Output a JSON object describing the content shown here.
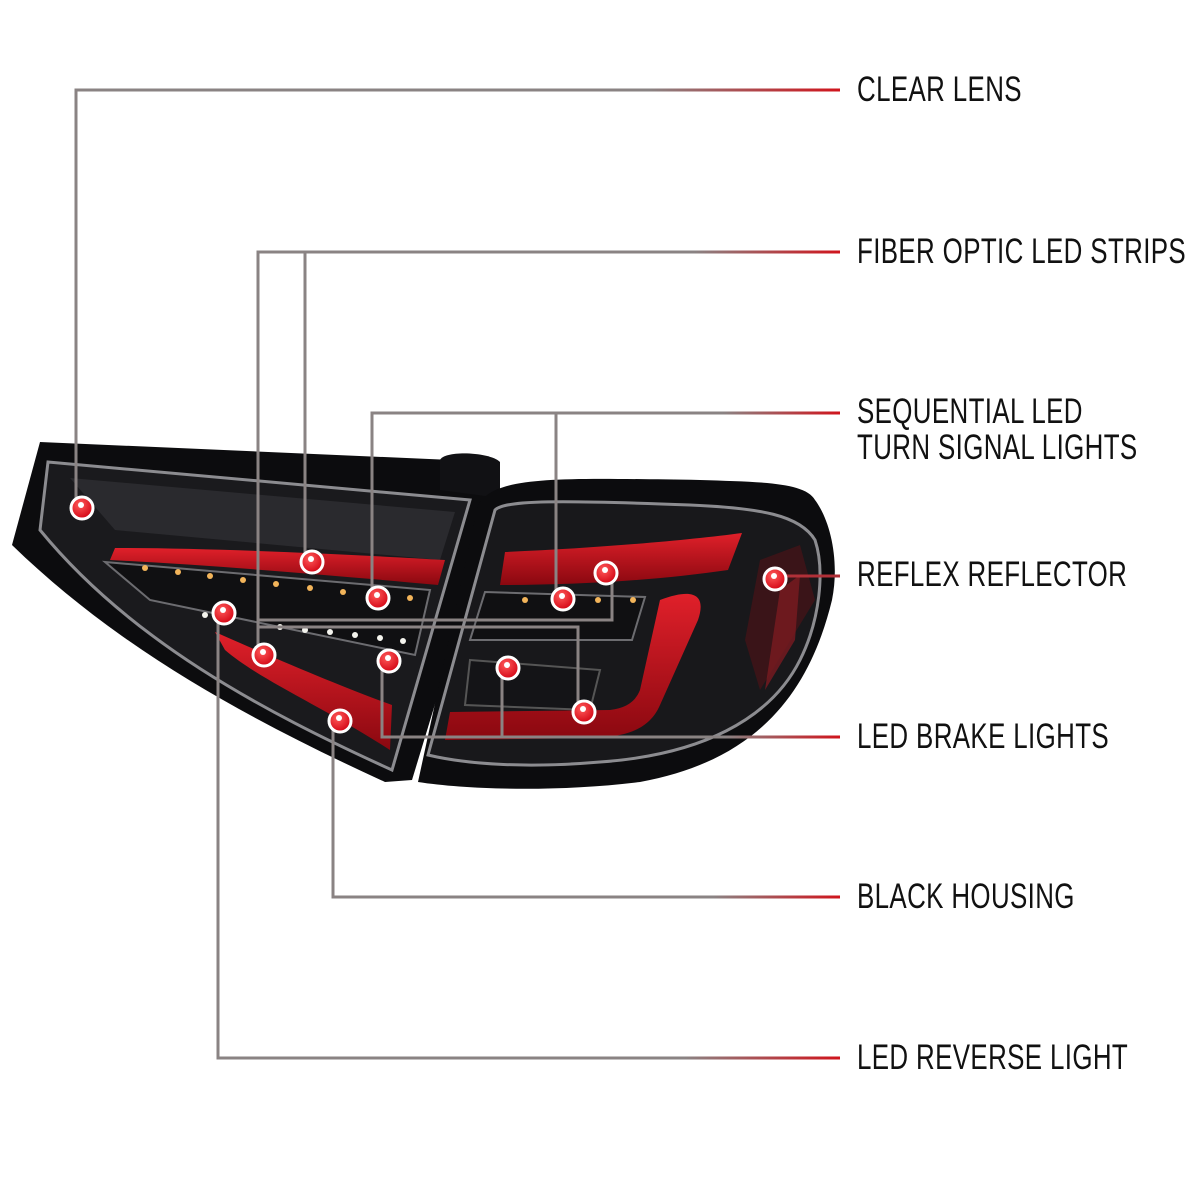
{
  "colors": {
    "leader_gray": "#8a8383",
    "leader_red": "#d0141c",
    "dot_red": "#e0101a",
    "housing": "#0c0c0e",
    "strip_red": "#b8101a"
  },
  "labels": {
    "clear_lens": "CLEAR LENS",
    "fiber_optic": "FIBER OPTIC LED STRIPS",
    "sequential_line1": "SEQUENTIAL LED",
    "sequential_line2": "TURN SIGNAL LIGHTS",
    "reflex": "REFLEX REFLECTOR",
    "brake": "LED BRAKE LIGHTS",
    "housing": "BLACK HOUSING",
    "reverse": "LED REVERSE LIGHT"
  }
}
